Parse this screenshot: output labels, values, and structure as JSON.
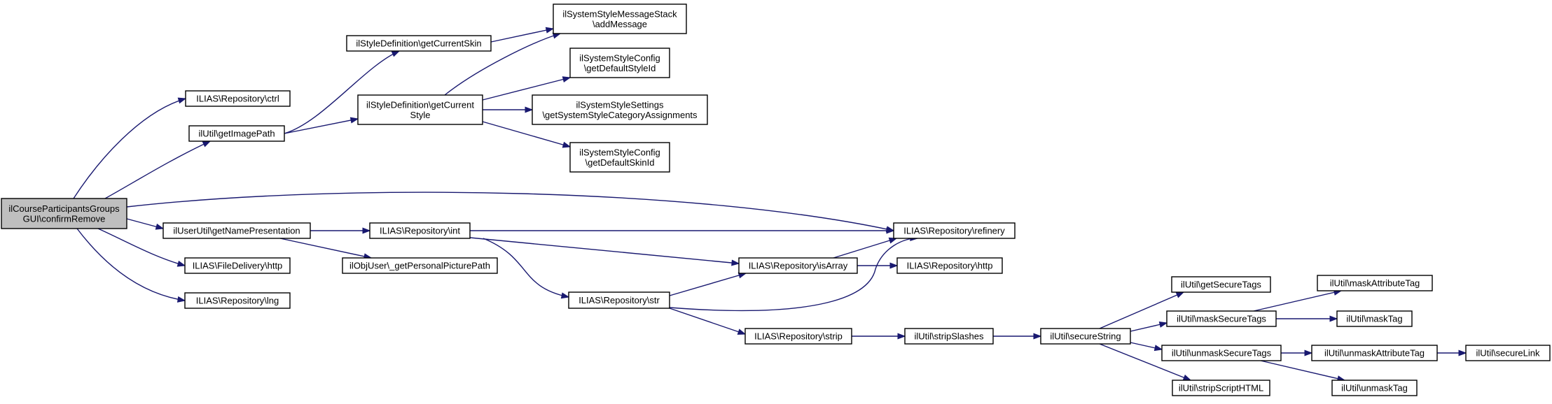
{
  "diagram": {
    "nodes": [
      {
        "id": "root",
        "lines": [
          "ilCourseParticipantsGroups",
          "GUI\\confirmRemove"
        ],
        "highlighted": true
      },
      {
        "id": "ctrl",
        "lines": [
          "ILIAS\\Repository\\ctrl"
        ]
      },
      {
        "id": "getImagePath",
        "lines": [
          "ilUtil\\getImagePath"
        ]
      },
      {
        "id": "getCurrentSkin",
        "lines": [
          "ilStyleDefinition\\getCurrentSkin"
        ]
      },
      {
        "id": "getCurrentStyle",
        "lines": [
          "ilStyleDefinition\\getCurrent",
          "Style"
        ]
      },
      {
        "id": "addMessage",
        "lines": [
          "ilSystemStyleMessageStack",
          "\\addMessage"
        ]
      },
      {
        "id": "getDefaultStyleId",
        "lines": [
          "ilSystemStyleConfig",
          "\\getDefaultStyleId"
        ]
      },
      {
        "id": "getSystemStyleCategoryAssignments",
        "lines": [
          "ilSystemStyleSettings",
          "\\getSystemStyleCategoryAssignments"
        ]
      },
      {
        "id": "getDefaultSkinId",
        "lines": [
          "ilSystemStyleConfig",
          "\\getDefaultSkinId"
        ]
      },
      {
        "id": "getNamePresentation",
        "lines": [
          "ilUserUtil\\getNamePresentation"
        ]
      },
      {
        "id": "int",
        "lines": [
          "ILIAS\\Repository\\int"
        ]
      },
      {
        "id": "refinery",
        "lines": [
          "ILIAS\\Repository\\refinery"
        ]
      },
      {
        "id": "getPersonalPicturePath",
        "lines": [
          "ilObjUser\\_getPersonalPicturePath"
        ]
      },
      {
        "id": "isArray",
        "lines": [
          "ILIAS\\Repository\\isArray"
        ]
      },
      {
        "id": "http_repo",
        "lines": [
          "ILIAS\\Repository\\http"
        ]
      },
      {
        "id": "fileDeliveryHttp",
        "lines": [
          "ILIAS\\FileDelivery\\http"
        ]
      },
      {
        "id": "lng",
        "lines": [
          "ILIAS\\Repository\\lng"
        ]
      },
      {
        "id": "str",
        "lines": [
          "ILIAS\\Repository\\str"
        ]
      },
      {
        "id": "strip",
        "lines": [
          "ILIAS\\Repository\\strip"
        ]
      },
      {
        "id": "stripSlashes",
        "lines": [
          "ilUtil\\stripSlashes"
        ]
      },
      {
        "id": "secureString",
        "lines": [
          "ilUtil\\secureString"
        ]
      },
      {
        "id": "getSecureTags",
        "lines": [
          "ilUtil\\getSecureTags"
        ]
      },
      {
        "id": "maskSecureTags",
        "lines": [
          "ilUtil\\maskSecureTags"
        ]
      },
      {
        "id": "unmaskSecureTags",
        "lines": [
          "ilUtil\\unmaskSecureTags"
        ]
      },
      {
        "id": "stripScriptHTML",
        "lines": [
          "ilUtil\\stripScriptHTML"
        ]
      },
      {
        "id": "maskAttributeTag",
        "lines": [
          "ilUtil\\maskAttributeTag"
        ]
      },
      {
        "id": "maskTag",
        "lines": [
          "ilUtil\\maskTag"
        ]
      },
      {
        "id": "unmaskAttributeTag",
        "lines": [
          "ilUtil\\unmaskAttributeTag"
        ]
      },
      {
        "id": "unmaskTag",
        "lines": [
          "ilUtil\\unmaskTag"
        ]
      },
      {
        "id": "secureLink",
        "lines": [
          "ilUtil\\secureLink"
        ]
      }
    ],
    "edges": [
      {
        "from": "root",
        "to": "ctrl"
      },
      {
        "from": "root",
        "to": "getImagePath"
      },
      {
        "from": "root",
        "to": "refinery"
      },
      {
        "from": "root",
        "to": "getNamePresentation"
      },
      {
        "from": "root",
        "to": "fileDeliveryHttp"
      },
      {
        "from": "root",
        "to": "lng"
      },
      {
        "from": "getImagePath",
        "to": "getCurrentSkin"
      },
      {
        "from": "getImagePath",
        "to": "getCurrentStyle"
      },
      {
        "from": "getCurrentSkin",
        "to": "addMessage"
      },
      {
        "from": "getCurrentStyle",
        "to": "addMessage"
      },
      {
        "from": "getCurrentStyle",
        "to": "getDefaultStyleId"
      },
      {
        "from": "getCurrentStyle",
        "to": "getSystemStyleCategoryAssignments"
      },
      {
        "from": "getCurrentStyle",
        "to": "getDefaultSkinId"
      },
      {
        "from": "getNamePresentation",
        "to": "int"
      },
      {
        "from": "getNamePresentation",
        "to": "getPersonalPicturePath"
      },
      {
        "from": "int",
        "to": "refinery"
      },
      {
        "from": "int",
        "to": "isArray"
      },
      {
        "from": "int",
        "to": "str"
      },
      {
        "from": "isArray",
        "to": "refinery"
      },
      {
        "from": "isArray",
        "to": "http_repo"
      },
      {
        "from": "str",
        "to": "isArray"
      },
      {
        "from": "str",
        "to": "refinery"
      },
      {
        "from": "str",
        "to": "strip"
      },
      {
        "from": "strip",
        "to": "stripSlashes"
      },
      {
        "from": "stripSlashes",
        "to": "secureString"
      },
      {
        "from": "secureString",
        "to": "getSecureTags"
      },
      {
        "from": "secureString",
        "to": "maskSecureTags"
      },
      {
        "from": "secureString",
        "to": "unmaskSecureTags"
      },
      {
        "from": "secureString",
        "to": "stripScriptHTML"
      },
      {
        "from": "maskSecureTags",
        "to": "maskAttributeTag"
      },
      {
        "from": "maskSecureTags",
        "to": "maskTag"
      },
      {
        "from": "unmaskSecureTags",
        "to": "unmaskAttributeTag"
      },
      {
        "from": "unmaskSecureTags",
        "to": "unmaskTag"
      },
      {
        "from": "unmaskAttributeTag",
        "to": "secureLink"
      }
    ]
  }
}
